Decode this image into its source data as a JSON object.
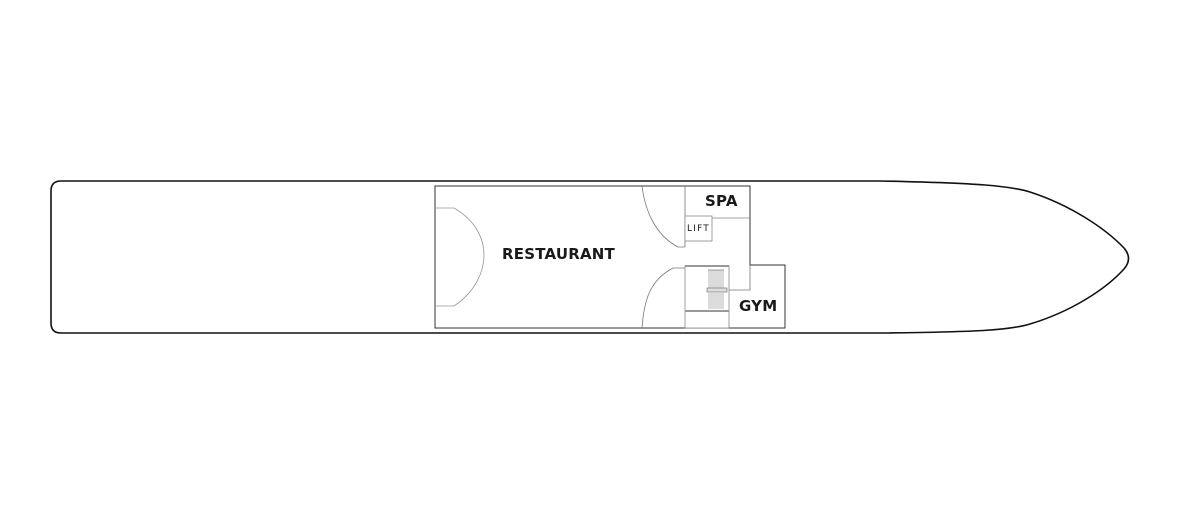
{
  "deck_plan": {
    "rooms": [
      {
        "id": "restaurant",
        "label": "RESTAURANT"
      },
      {
        "id": "spa",
        "label": "SPA"
      },
      {
        "id": "lift",
        "label": "LIFT"
      },
      {
        "id": "gym",
        "label": "GYM"
      }
    ],
    "colors": {
      "hull_stroke": "#111111",
      "wall_stroke": "#333333",
      "fixture_stroke": "#999999",
      "background": "#ffffff"
    }
  }
}
